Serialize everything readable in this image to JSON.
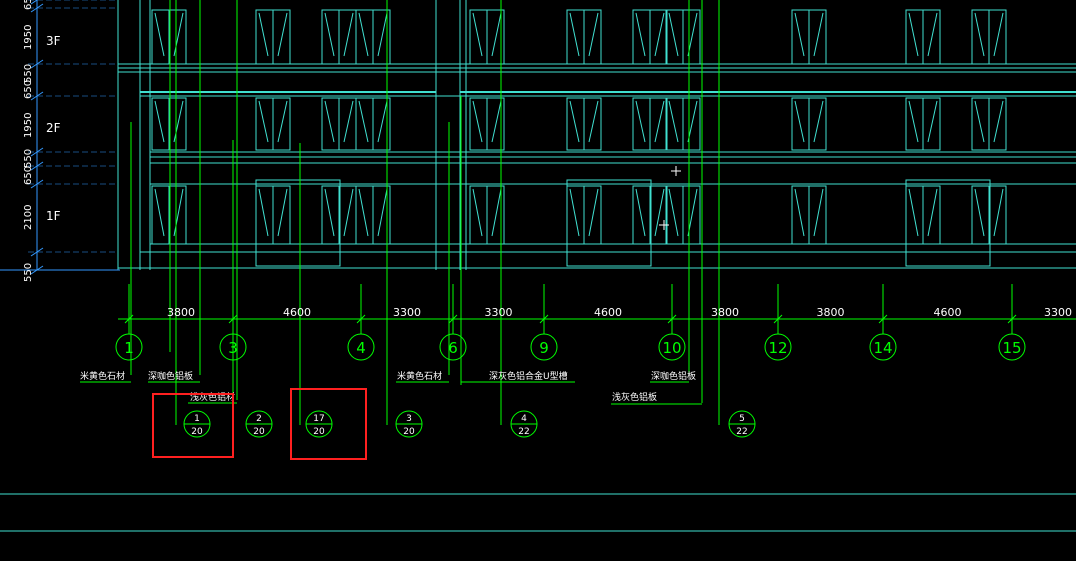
{
  "view": {
    "background": "#000000",
    "line_color": "#00ff00",
    "frame_color": "#40e0d0",
    "dim_color": "#ffffff",
    "left_dim_color": "#3399ff",
    "mark_color": "#ff2020"
  },
  "left_dims": {
    "values": [
      "65",
      "1950",
      "550",
      "650",
      "1950",
      "550",
      "650",
      "2100",
      "550"
    ],
    "floors": [
      "3F",
      "2F",
      "1F"
    ]
  },
  "axis_dims": [
    "3800",
    "4600",
    "3300",
    "3300",
    "4600",
    "3800",
    "3800",
    "4600",
    "3300"
  ],
  "axes": [
    "1",
    "3",
    "4",
    "6",
    "9",
    "10",
    "12",
    "14",
    "15"
  ],
  "material_labels": [
    "米黄色石材",
    "深咖色铝板",
    "浅灰色铝材",
    "米黄色石材",
    "深灰色铝合金U型槽",
    "深咖色铝板",
    "浅灰色铝板"
  ],
  "detail_refs": [
    {
      "top": "1",
      "bottom": "20"
    },
    {
      "top": "2",
      "bottom": "20"
    },
    {
      "top": "17",
      "bottom": "20"
    },
    {
      "top": "3",
      "bottom": "20"
    },
    {
      "top": "4",
      "bottom": "22"
    },
    {
      "top": "5",
      "bottom": "22"
    }
  ]
}
